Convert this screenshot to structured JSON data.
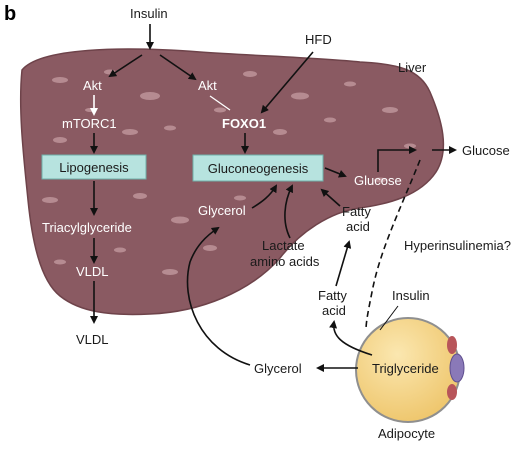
{
  "panel_label": "b",
  "labels": {
    "insulin_top": "Insulin",
    "hfd": "HFD",
    "liver": "Liver",
    "akt_left": "Akt",
    "akt_right": "Akt",
    "mtorc1": "mTORC1",
    "foxo1": "FOXO1",
    "lipogenesis": "Lipogenesis",
    "gluconeogenesis": "Gluconeogenesis",
    "glucose_in_liver": "Glucose",
    "glucose_out": "Glucose",
    "glycerol_liver": "Glycerol",
    "triacylglyceride": "Triacylglyceride",
    "vldl_liver": "VLDL",
    "vldl_out": "VLDL",
    "lactate_line1": "Lactate",
    "lactate_line2": "amino acids",
    "fatty_acid_upper_1": "Fatty",
    "fatty_acid_upper_2": "acid",
    "fatty_acid_lower_1": "Fatty",
    "fatty_acid_lower_2": "acid",
    "hyperinsulinemia": "Hyperinsulinemia?",
    "insulin_adipocyte": "Insulin",
    "triglyceride": "Triglyceride",
    "glycerol_out": "Glycerol",
    "adipocyte": "Adipocyte"
  },
  "colors": {
    "liver_fill": "#8a5a62",
    "liver_stroke": "#6e434a",
    "box_fill": "#b7e3df",
    "box_stroke": "#6fb0aa",
    "adipocyte_fill": "#f3d58a",
    "adipocyte_stroke": "#8f8f8f",
    "nucleus": "#8a79b8",
    "cell_edge_spot": "#b8555a"
  }
}
